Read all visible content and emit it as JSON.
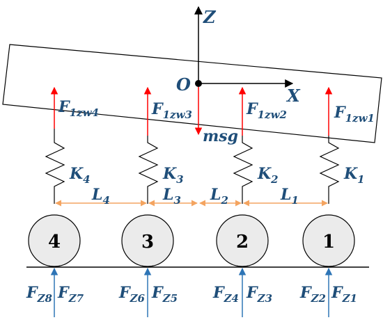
{
  "axes": {
    "z": "Z",
    "x": "X",
    "origin": "O"
  },
  "weight": "msg",
  "suspension_forces": [
    {
      "base": "F",
      "sub": "1zw4"
    },
    {
      "base": "F",
      "sub": "1zw3"
    },
    {
      "base": "F",
      "sub": "1zw2"
    },
    {
      "base": "F",
      "sub": "1zw1"
    }
  ],
  "springs": [
    {
      "base": "K",
      "sub": "4"
    },
    {
      "base": "K",
      "sub": "3"
    },
    {
      "base": "K",
      "sub": "2"
    },
    {
      "base": "K",
      "sub": "1"
    }
  ],
  "distances": [
    {
      "base": "L",
      "sub": "4"
    },
    {
      "base": "L",
      "sub": "3"
    },
    {
      "base": "L",
      "sub": "2"
    },
    {
      "base": "L",
      "sub": "1"
    }
  ],
  "wheels": [
    "4",
    "3",
    "2",
    "1"
  ],
  "ground_forces": [
    {
      "base": "F",
      "sub": "Z8"
    },
    {
      "base": "F",
      "sub": "Z7"
    },
    {
      "base": "F",
      "sub": "Z6"
    },
    {
      "base": "F",
      "sub": "Z5"
    },
    {
      "base": "F",
      "sub": "Z4"
    },
    {
      "base": "F",
      "sub": "Z3"
    },
    {
      "base": "F",
      "sub": "Z2"
    },
    {
      "base": "F",
      "sub": "Z1"
    }
  ],
  "colors": {
    "label": "#1f4e79",
    "force_up_red": "#ff0000",
    "force_down_red": "#ff0000",
    "ground_force_blue": "#2e75b6",
    "dimension_orange": "#f4a460",
    "outline": "#000000"
  }
}
